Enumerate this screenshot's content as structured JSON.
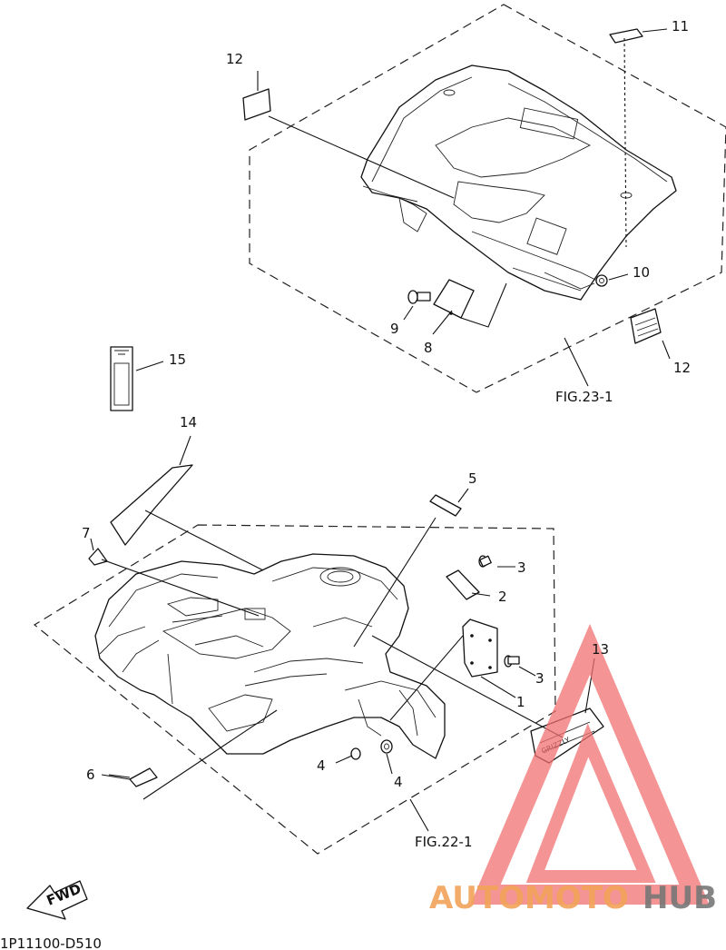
{
  "labels": {
    "p1": "1",
    "p2": "2",
    "p3a": "3",
    "p3b": "3",
    "p4a": "4",
    "p4b": "4",
    "p5": "5",
    "p6": "6",
    "p7": "7",
    "p8": "8",
    "p9": "9",
    "p10": "10",
    "p11": "11",
    "p12a": "12",
    "p12b": "12",
    "p13": "13",
    "p14": "14",
    "p15": "15"
  },
  "references": {
    "fig23": "FIG.23-1",
    "fig22": "FIG.22-1"
  },
  "fwd_arrow": "FWD",
  "diagram_code": "1P11100-D510",
  "watermark": {
    "part1": "AUTOMOTO",
    "part2": "HUB",
    "color1": "#f2a35a",
    "color2": "#777777",
    "triangle_color": "#f07070"
  }
}
